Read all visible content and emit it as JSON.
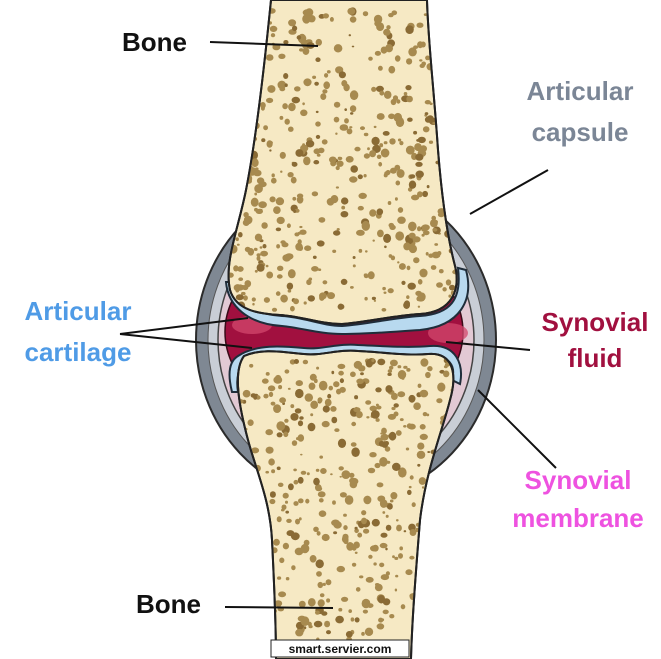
{
  "labels": {
    "bone_top": "Bone",
    "capsule_line1": "Articular",
    "capsule_line2": "capsule",
    "cartilage_line1": "Articular",
    "cartilage_line2": "cartilage",
    "fluid_line1": "Synovial",
    "fluid_line2": "fluid",
    "membrane_line1": "Synovial",
    "membrane_line2": "membrane",
    "bone_bottom": "Bone"
  },
  "credit": "smart.servier.com",
  "colors": {
    "bone": "#f6e9c4",
    "pore": "#a78a4f",
    "capsule": "#7c8590",
    "membrane": "#e1c7d2",
    "fluid": "#a1103f",
    "cartilage": "#b5d7ee",
    "label_black": "#111111",
    "label_capsule": "#7b8696",
    "label_cartilage": "#4f9be6",
    "label_fluid": "#a1103f",
    "label_membrane": "#ee52e0"
  }
}
